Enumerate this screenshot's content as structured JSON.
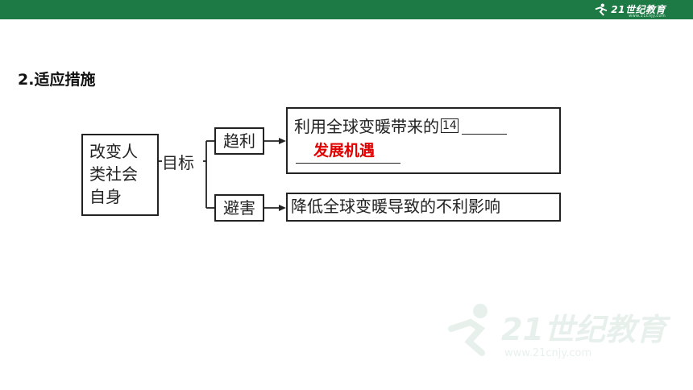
{
  "header": {
    "brand_text": "21世纪教育",
    "brand_sub": "www.21cnjy.com",
    "bar_color": "#1e7a45"
  },
  "slide": {
    "heading": "2.适应措施",
    "left_box": [
      "改变人",
      "类社会",
      "自身"
    ],
    "goal_label": "目标",
    "seek_benefit": "趋利",
    "avoid_harm": "避害",
    "benefit_text": "利用全球变暖带来的",
    "marker_number": "14",
    "answer": "发展机遇",
    "answer_color": "#e00000",
    "harm_text": "降低全球变暖导致的不利影响"
  },
  "watermark": {
    "text": "21世纪教育",
    "sub": "www.21cnjy.com"
  }
}
